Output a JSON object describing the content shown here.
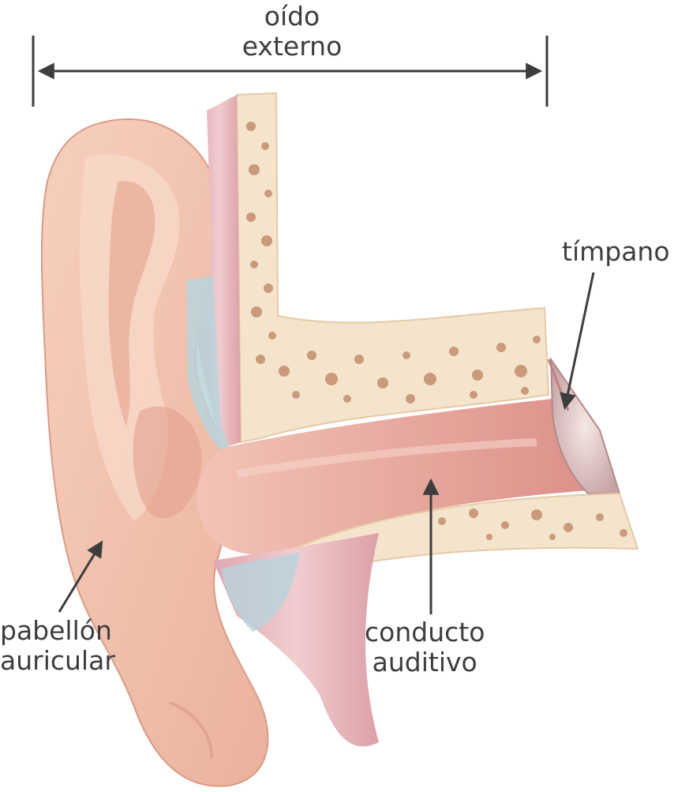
{
  "labels": {
    "outer_ear": [
      "oído",
      "externo"
    ],
    "eardrum": "tímpano",
    "pinna": [
      "pabellón",
      "auricular"
    ],
    "ear_canal": [
      "conducto",
      "auditivo"
    ]
  },
  "colors": {
    "skin": "#f3c3ad",
    "skin_shadow": "#e09c86",
    "bone": "#f4e4cc",
    "bone_spots": "#c58e6e",
    "cartilage": "#b8d3dc",
    "muscle": "#e6b2b6",
    "canal_inner": "#e8a8a0",
    "label_text": "#3d3d3d"
  }
}
